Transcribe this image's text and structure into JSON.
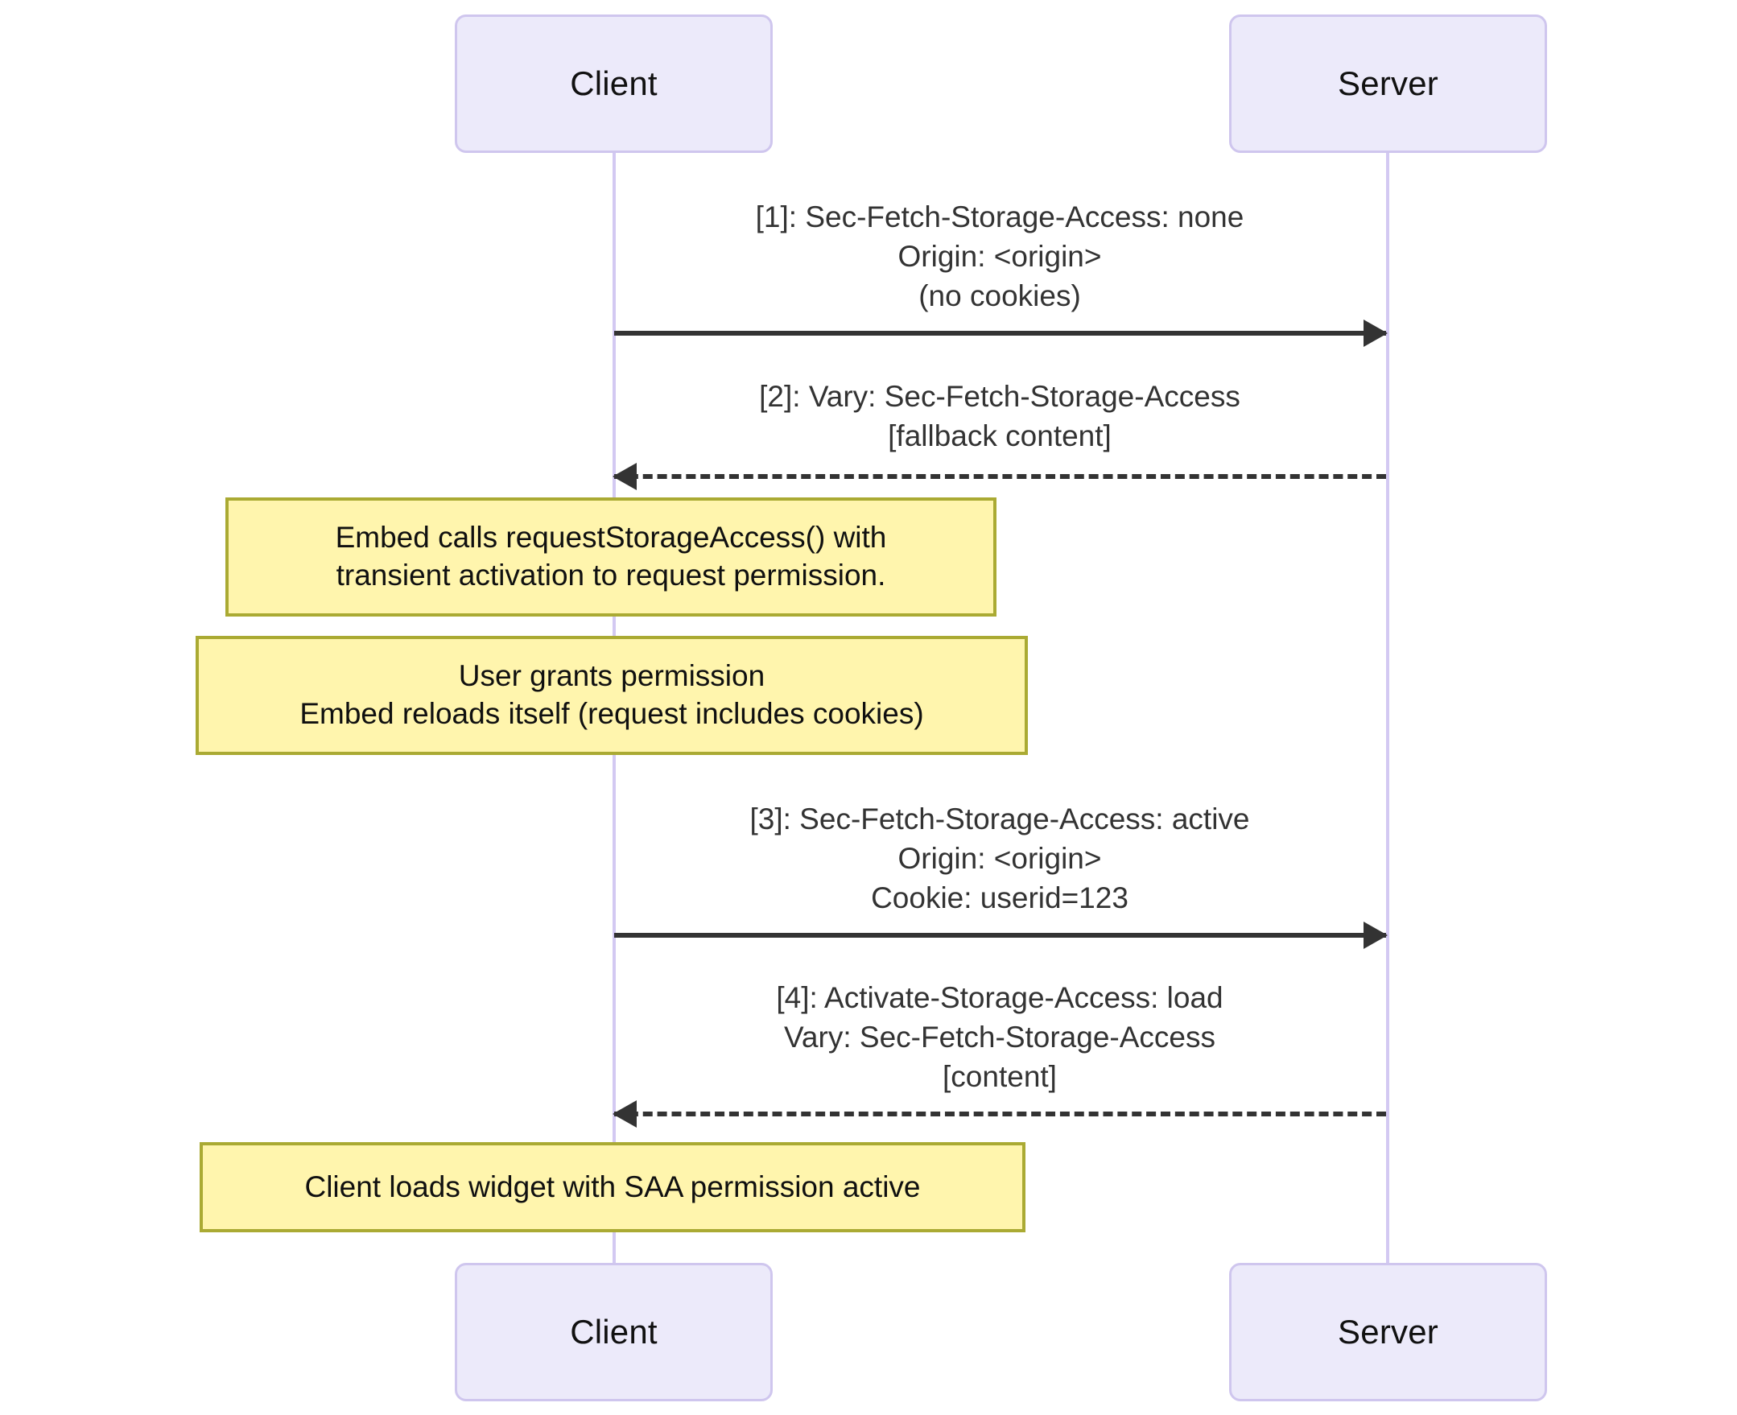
{
  "diagram": {
    "type": "sequence-diagram",
    "title": "",
    "colors": {
      "participant_fill": "#ECEAFA",
      "participant_border": "#CFC6EE",
      "lifeline": "#D3C9F2",
      "note_fill": "#FFF5AD",
      "note_border": "#AAAA33",
      "arrow": "#333333",
      "background": "#FFFFFF"
    }
  },
  "participants": {
    "top": [
      {
        "id": "client",
        "label": "Client"
      },
      {
        "id": "server",
        "label": "Server"
      }
    ],
    "bottom": [
      {
        "id": "client",
        "label": "Client"
      },
      {
        "id": "server",
        "label": "Server"
      }
    ]
  },
  "messages": [
    {
      "index": "[1]",
      "from": "client",
      "to": "server",
      "style": "solid",
      "direction": "right",
      "label": "[1]: Sec-Fetch-Storage-Access: none\nOrigin: <origin>\n(no cookies)"
    },
    {
      "index": "[2]",
      "from": "server",
      "to": "client",
      "style": "dashed",
      "direction": "left",
      "label": "[2]: Vary: Sec-Fetch-Storage-Access\n[fallback content]"
    },
    {
      "index": "[3]",
      "from": "client",
      "to": "server",
      "style": "solid",
      "direction": "right",
      "label": "[3]: Sec-Fetch-Storage-Access: active\nOrigin: <origin>\nCookie: userid=123"
    },
    {
      "index": "[4]",
      "from": "server",
      "to": "client",
      "style": "dashed",
      "direction": "left",
      "label": "[4]: Activate-Storage-Access: load\nVary: Sec-Fetch-Storage-Access\n[content]"
    }
  ],
  "notes": [
    {
      "id": "note-request-storage-access",
      "over": "client",
      "text": "Embed calls requestStorageAccess() with\ntransient activation to request permission."
    },
    {
      "id": "note-user-grants-permission",
      "over": "client",
      "text": "User grants permission\nEmbed reloads itself (request includes cookies)"
    },
    {
      "id": "note-client-loads-widget",
      "over": "client",
      "text": "Client loads widget with SAA permission active"
    }
  ]
}
